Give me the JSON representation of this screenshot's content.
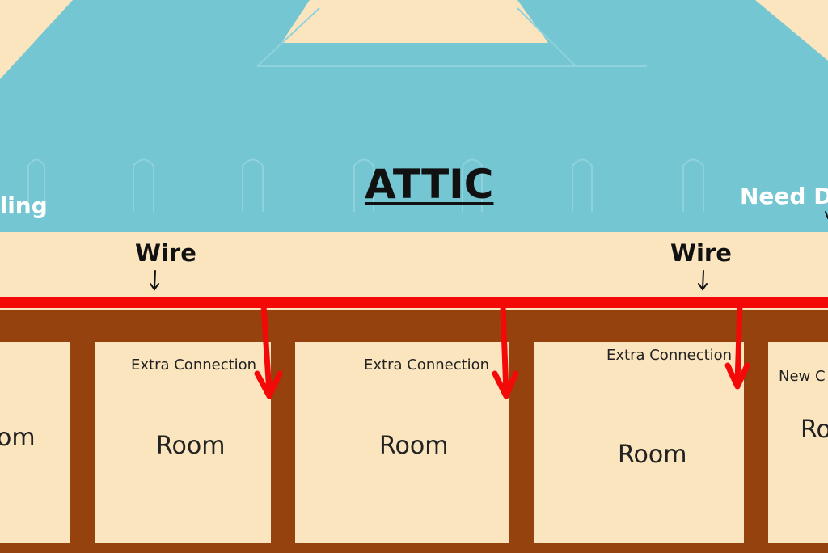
{
  "title": "ATTIC",
  "side_labels": {
    "left": "lling",
    "right": "Need Dr"
  },
  "wire_labels": [
    "Wire",
    "Wire"
  ],
  "connections": [
    "Extra Connection",
    "Extra Connection",
    "Extra Connection",
    "New C"
  ],
  "rooms": [
    "om",
    "Room",
    "Room",
    "Room",
    "Ro"
  ],
  "colors": {
    "attic": "#73c6d2",
    "background": "#fbe5bf",
    "studs": "#95420f",
    "wire": "#f40909"
  }
}
